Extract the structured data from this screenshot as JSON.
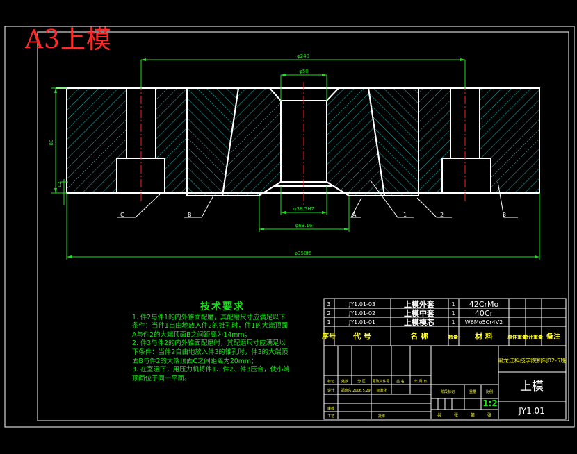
{
  "badge": "A3上模",
  "dims": {
    "top_overall": "φ240",
    "top_inner": "φ50",
    "height": "80",
    "step": "12",
    "bore_fit": "φ38.5H7",
    "bore_bottom": "φ63.16",
    "overall": "φ350f6"
  },
  "callouts": {
    "c": "C",
    "b": "B",
    "a": "A",
    "n1": "1",
    "n2": "2",
    "n3": "3"
  },
  "notes": {
    "title": "技术要求",
    "items": [
      "1. 件2与件1的内外锥面配磨，其配磨尺寸应满足以下条件：当件1自由地放入件2的锥孔时，件1的大端顶面A与件2的大端顶面B之间距离为14mm；",
      "2. 件3与件2的内外锥面配磨时，其配磨尺寸应满足以下条件：当件2自由地放入件3的锥孔时，件3的大端顶面B与件2的大端顶面C之间距离为20mm；",
      "3. 在室温下，用压力机将件1、件2、件3压合，使小端顶面位于同一平面。"
    ]
  },
  "bom": {
    "rows": [
      {
        "no": "3",
        "code": "JY1.01-03",
        "name": "上模外套",
        "qty": "1",
        "material": "42CrMo"
      },
      {
        "no": "2",
        "code": "JY1.01-02",
        "name": "上模中套",
        "qty": "1",
        "material": "40Cr"
      },
      {
        "no": "1",
        "code": "JY1.01-01",
        "name": "上模模芯",
        "qty": "1",
        "material": "W6Mo5Cr4V2"
      }
    ],
    "header": {
      "no": "序号",
      "code": "代 号",
      "name": "名 称",
      "qty": "数量",
      "material": "材 料",
      "unit_weight": "单件重量",
      "total_weight": "总计重量",
      "remark": "备注"
    }
  },
  "title_block": {
    "company": "黑龙江科技学院机制02-5班",
    "drawing_name": "上模",
    "drawing_no": "JY1.01",
    "scale": "1:2",
    "rev_labels": [
      "标记",
      "处数",
      "分 区",
      "更改文件号",
      "签 名",
      "年.月.日"
    ],
    "designer_label": "设计",
    "designer": "郑晓东",
    "date": "2006.5.29",
    "std_label": "标准化",
    "review_label": "审核",
    "process_label": "工艺",
    "approve_label": "批准",
    "stage_label": "阶段标记",
    "weight_label": "重量",
    "scale_label": "比例",
    "sheet_labels": [
      "共",
      "张",
      "第",
      "张"
    ]
  },
  "colors": {
    "frame": "#ffffff",
    "hatch": "#1fb5b5",
    "dimension": "#19e619",
    "centerline": "#ff2020",
    "badge": "#ff2a2a"
  }
}
